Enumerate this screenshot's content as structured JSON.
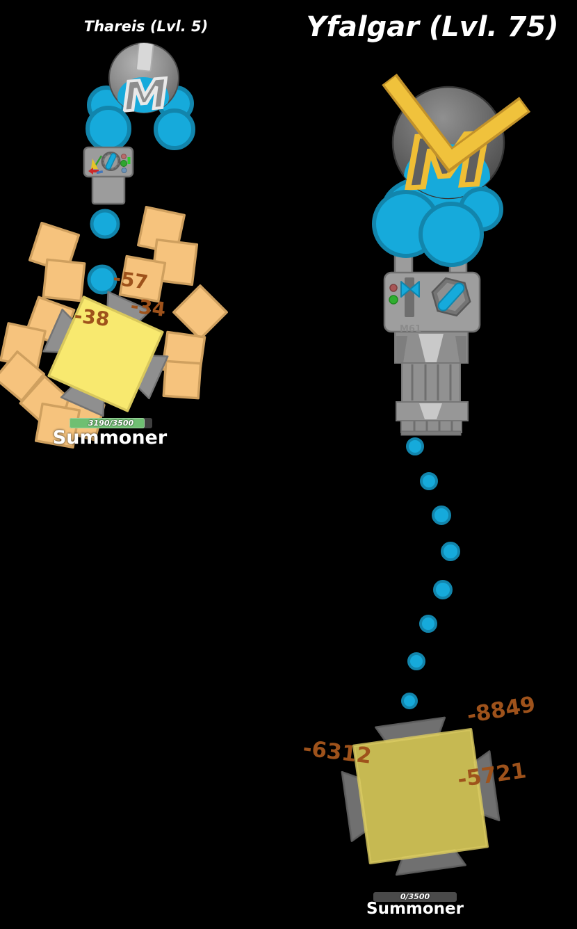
{
  "left": {
    "title": "Thareis (Lvl. 5)",
    "helmet_glyph": "M",
    "damage": [
      "-57",
      "-34",
      "-38"
    ],
    "boss": {
      "name": "Summoner",
      "health_text": "3190/3500",
      "health_current": 3190,
      "health_max": 3500
    }
  },
  "right": {
    "title": "Yfalgar (Lvl. 75)",
    "helmet_glyph": "M",
    "body_label": "M61",
    "damage": [
      "-8849",
      "-6312",
      "-5721"
    ],
    "boss": {
      "name": "Summoner",
      "health_text": "0/3500",
      "health_current": 0,
      "health_max": 3500
    }
  },
  "colors": {
    "background": "#000000",
    "player_blue": "#16AADB",
    "player_blue_outline": "#1285AC",
    "minion_orange": "#F6C37D",
    "minion_orange_outline": "#CFA05F",
    "boss_yellow": "#F8E96F",
    "boss_yellow_outline": "#D9C85C",
    "damage_text": "#9E521B",
    "health_green": "#6FBF72",
    "health_empty": "#3F3F3F",
    "emblem_gold": "#EFBE35",
    "armor_gray": "#9C9C9C"
  }
}
